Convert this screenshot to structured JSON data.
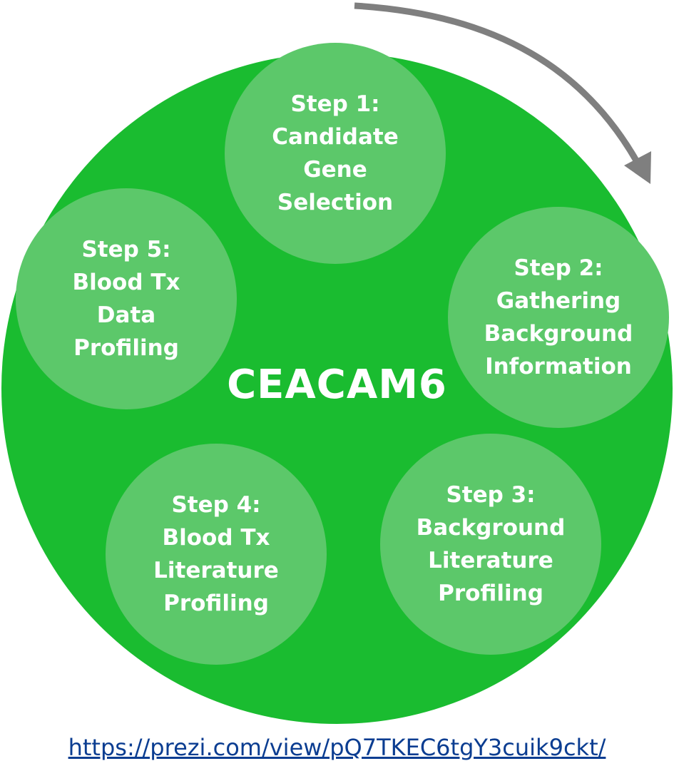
{
  "diagram": {
    "center": "CEACAM6",
    "steps": [
      {
        "label": "Step 1:\nCandidate\nGene\nSelection"
      },
      {
        "label": "Step 2:\nGathering\nBackground\nInformation"
      },
      {
        "label": "Step 3:\nBackground\nLiterature\nProfiling"
      },
      {
        "label": "Step 4:\nBlood Tx\nLiterature\nProfiling"
      },
      {
        "label": "Step 5:\nBlood Tx\nData\nProfiling"
      }
    ],
    "arrow_icon": "curved-arrow-clockwise",
    "colors": {
      "outer_circle": "#1abc30",
      "step_circle": "#5cc86a",
      "text": "#ffffff",
      "arrow": "#7f7f7f",
      "link": "#0b3d91"
    }
  },
  "source_link": "https://prezi.com/view/pQ7TKEC6tgY3cuik9ckt/"
}
